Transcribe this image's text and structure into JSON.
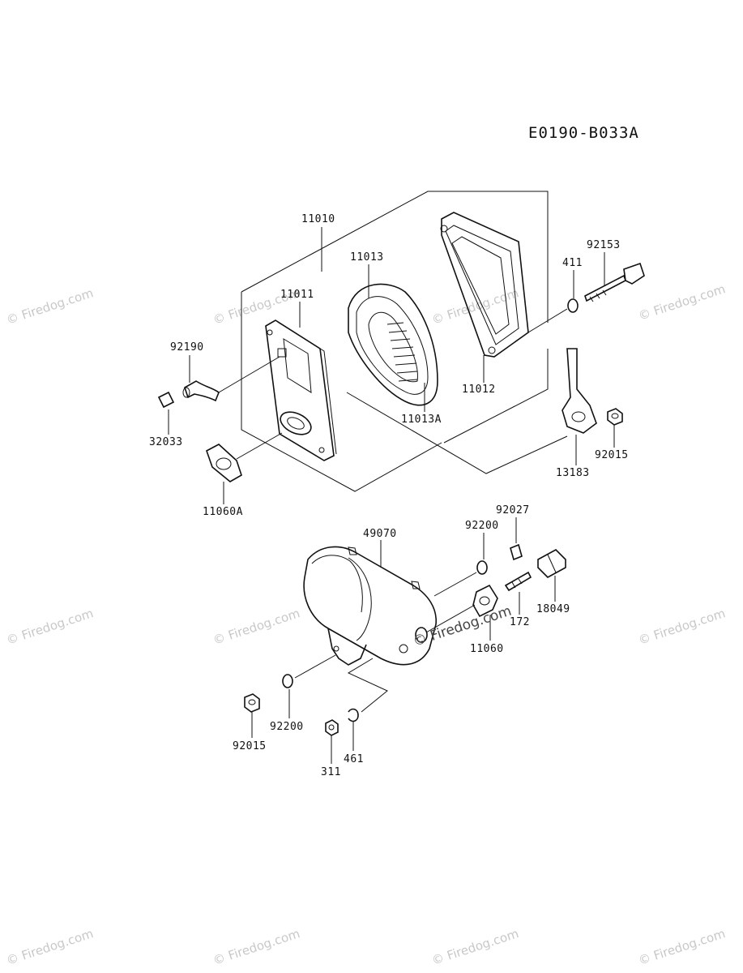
{
  "diagram_code": "E0190-B033A",
  "parts": {
    "p11010": "11010",
    "p11011": "11011",
    "p11013": "11013",
    "p11012": "11012",
    "p411": "411",
    "p92153": "92153",
    "p92190": "92190",
    "p32033": "32033",
    "p11013A": "11013A",
    "p11060A": "11060A",
    "p13183": "13183",
    "p92015a": "92015",
    "p49070": "49070",
    "p92200a": "92200",
    "p92027": "92027",
    "p18049": "18049",
    "p172": "172",
    "p11060": "11060",
    "p92015b": "92015",
    "p92200b": "92200",
    "p311": "311",
    "p461": "461"
  },
  "watermark": {
    "text": "© Firedog.com",
    "center_text": "© Firedog.com"
  }
}
